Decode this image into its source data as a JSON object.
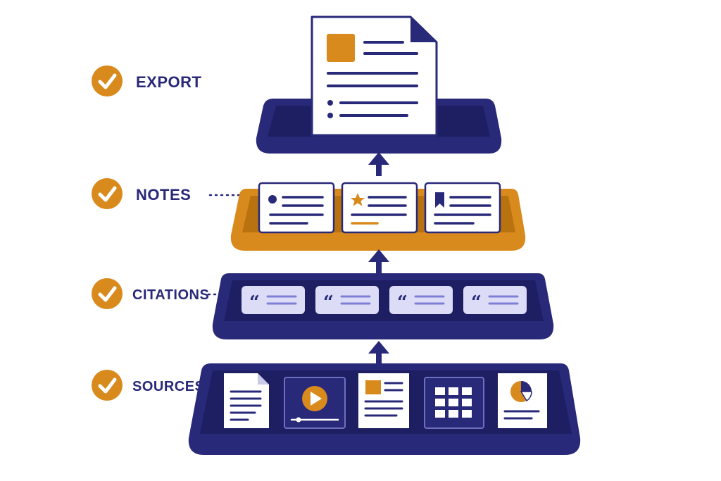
{
  "colors": {
    "navy": "#29297a",
    "navy_dark": "#1e1e63",
    "navy_light": "#3a3a9a",
    "orange": "#d98a1c",
    "orange_dark": "#b8720f",
    "lavender": "#dcdcf6",
    "quote_line": "#7f7fd6",
    "paper": "#ffffff"
  },
  "steps": [
    {
      "id": "export",
      "label": "EXPORT",
      "icon": "check-circle-icon"
    },
    {
      "id": "notes",
      "label": "NOTES",
      "icon": "check-circle-icon"
    },
    {
      "id": "citations",
      "label": "CITATIONS",
      "icon": "check-circle-icon"
    },
    {
      "id": "sources",
      "label": "SOURCES",
      "icon": "check-circle-icon"
    }
  ],
  "export_document": {
    "icon": "document-icon"
  },
  "note_cards": [
    {
      "icon": "bullet-dot-icon"
    },
    {
      "icon": "star-icon"
    },
    {
      "icon": "bookmark-icon"
    }
  ],
  "citation_cards": [
    {
      "icon": "quote-icon",
      "glyph": "“"
    },
    {
      "icon": "quote-icon",
      "glyph": "“"
    },
    {
      "icon": "quote-icon",
      "glyph": "“"
    },
    {
      "icon": "quote-icon",
      "glyph": "“"
    }
  ],
  "source_items": [
    {
      "icon": "text-document-icon"
    },
    {
      "icon": "video-play-icon"
    },
    {
      "icon": "image-document-icon"
    },
    {
      "icon": "spreadsheet-grid-icon"
    },
    {
      "icon": "pie-chart-document-icon"
    }
  ],
  "connectors": [
    {
      "icon": "arrow-up-icon"
    },
    {
      "icon": "arrow-up-icon"
    },
    {
      "icon": "arrow-up-icon"
    }
  ]
}
